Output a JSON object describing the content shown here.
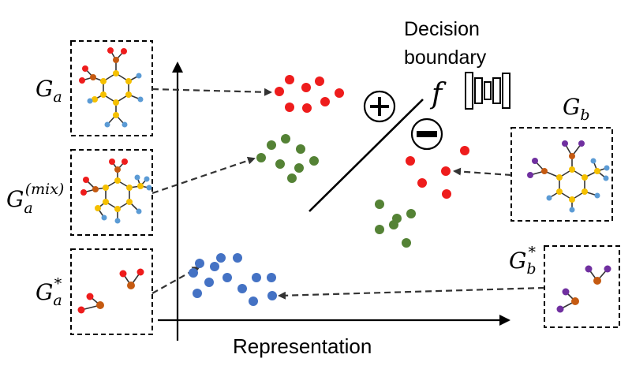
{
  "title_decision": "Decision",
  "title_boundary": "boundary",
  "axis_label": "Representation",
  "f_label": "f",
  "plus_symbol": "+",
  "graphs": {
    "ga": {
      "base": "G",
      "sub": "a"
    },
    "gamix": {
      "base": "G",
      "sub": "a",
      "sup": "(mix)"
    },
    "gastar": {
      "base": "G",
      "sub": "a",
      "sup": "*"
    },
    "gb": {
      "base": "G",
      "sub": "b"
    },
    "gbstar": {
      "base": "G",
      "sub": "b",
      "sup": "*"
    }
  },
  "colors": {
    "red": "#ee1c1c",
    "green": "#548235",
    "blue": "#4472c4",
    "yellow": "#f5c000",
    "orange": "#c55a11",
    "purple": "#7030a0",
    "lightblue": "#5b9bd5",
    "dark": "#333333"
  }
}
